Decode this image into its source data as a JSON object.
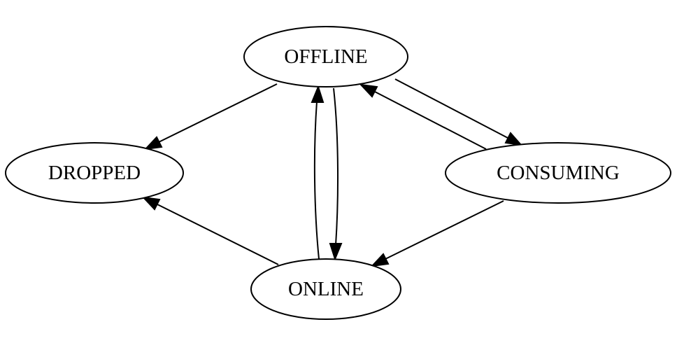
{
  "diagram": {
    "type": "state-transition-graph",
    "nodes": {
      "offline": {
        "label": "OFFLINE"
      },
      "dropped": {
        "label": "DROPPED"
      },
      "consuming": {
        "label": "CONSUMING"
      },
      "online": {
        "label": "ONLINE"
      }
    },
    "edges": [
      {
        "from": "OFFLINE",
        "to": "DROPPED"
      },
      {
        "from": "OFFLINE",
        "to": "ONLINE"
      },
      {
        "from": "OFFLINE",
        "to": "CONSUMING"
      },
      {
        "from": "CONSUMING",
        "to": "OFFLINE"
      },
      {
        "from": "CONSUMING",
        "to": "ONLINE"
      },
      {
        "from": "ONLINE",
        "to": "OFFLINE"
      },
      {
        "from": "ONLINE",
        "to": "DROPPED"
      }
    ],
    "colors": {
      "stroke": "#000000",
      "fill": "#ffffff",
      "text": "#000000",
      "background": "#ffffff"
    }
  }
}
